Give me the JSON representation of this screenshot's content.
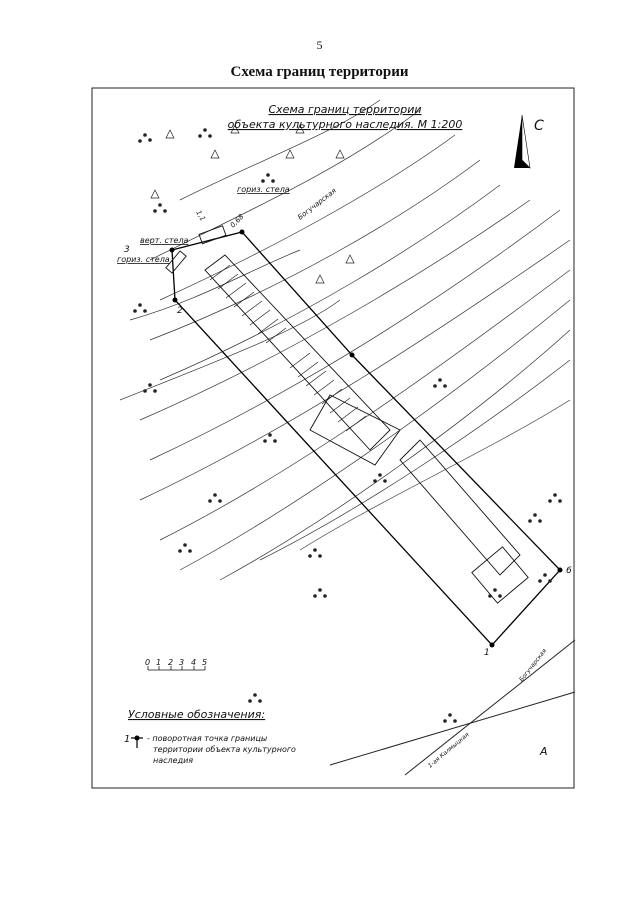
{
  "page": {
    "number": "5",
    "title": "Схема границ территории"
  },
  "scheme": {
    "title_line1": "Схема границ территории",
    "title_line2": "объекта культурного наследия. М 1:200",
    "north_label": "С",
    "labels": {
      "horiz_stela_top": "гориз. стела",
      "vert_stela": "верт. стела",
      "horiz_stela_left": "гориз. стела",
      "dimension_11": "1,1",
      "dimension_068": "0,68",
      "road_label_top": "Богучарская",
      "road_label_right": "Богучарская",
      "road_label_bottom": "1-ая Калмыцкая",
      "letter_a": "А"
    },
    "points": [
      "1",
      "2",
      "3",
      "6"
    ],
    "scale_bar": {
      "ticks": [
        "0",
        "1",
        "2",
        "3",
        "4",
        "5"
      ]
    },
    "legend": {
      "heading": "Условные обозначения:",
      "marker_number": "1",
      "line1": "- поворотная точка границы",
      "line2": "территории объекта культурного",
      "line3": "наследия"
    }
  }
}
